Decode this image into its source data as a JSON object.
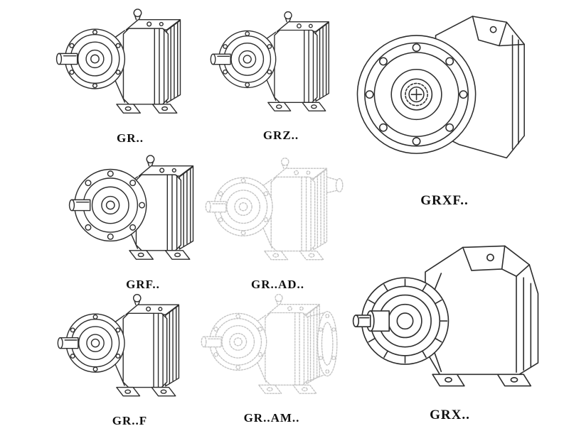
{
  "page": {
    "background": "#ffffff"
  },
  "colors": {
    "line": "#2e2e2e",
    "ghost_line": "#c3c3c3",
    "label_text": "#0f0f0f"
  },
  "figures": [
    {
      "label": "GR..",
      "drawing_style": "solid-line",
      "variant": "foot-mounted"
    },
    {
      "label": "GRZ..",
      "drawing_style": "solid-line",
      "variant": "foot-mounted"
    },
    {
      "label": "GRXF..",
      "drawing_style": "solid-line",
      "variant": "front-flange"
    },
    {
      "label": "GRF..",
      "drawing_style": "solid-line",
      "variant": "input-flange"
    },
    {
      "label": "GR..AD..",
      "drawing_style": "dotted-ghost",
      "variant": "foot-with-input-adapter"
    },
    {
      "label": "GR..F",
      "drawing_style": "solid-line",
      "variant": "foot-mounted"
    },
    {
      "label": "GR..AM..",
      "drawing_style": "dotted-ghost",
      "variant": "foot-with-output-flange"
    },
    {
      "label": "GRX..",
      "drawing_style": "solid-line",
      "variant": "large-foot-mounted"
    }
  ]
}
